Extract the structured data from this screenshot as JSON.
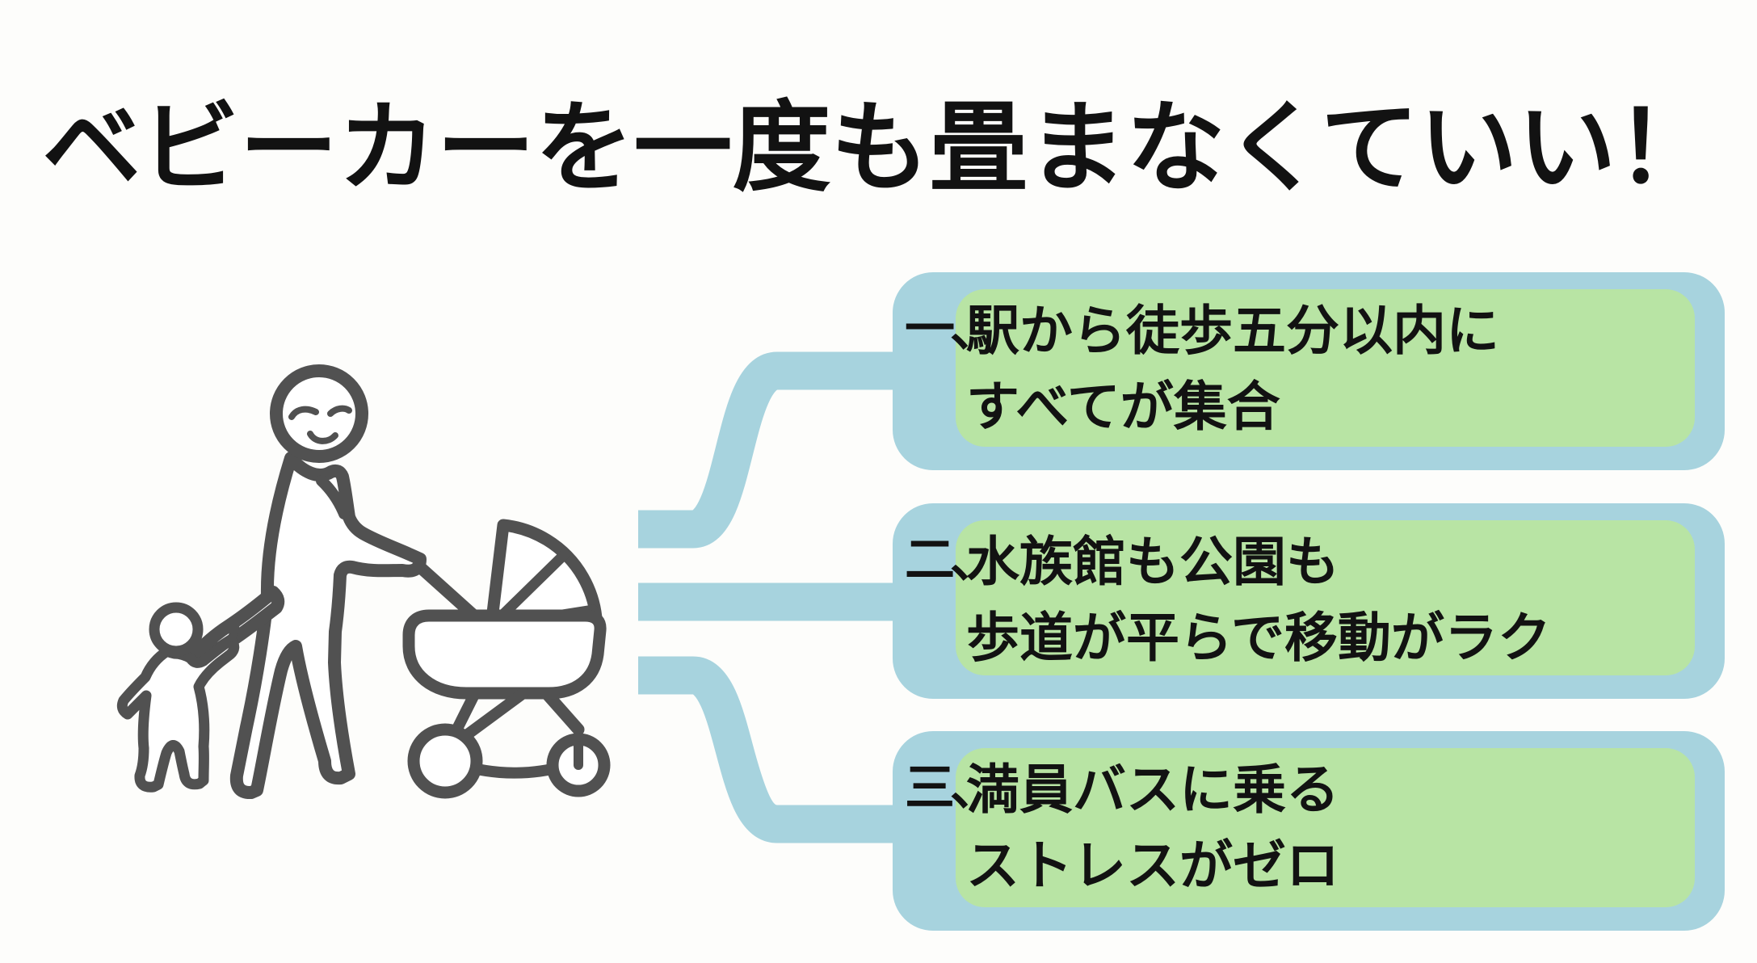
{
  "title": "ベビーカーを一度も畳まなくていい！",
  "colors": {
    "background": "#fdfdfb",
    "connector": "#a7d3de",
    "box_outer": "#a7d3de",
    "box_inner": "#b8e4a4",
    "text": "#121212",
    "figure_stroke": "#515151"
  },
  "illustration": {
    "icons": [
      "parent-figure",
      "child-figure",
      "stroller-icon"
    ]
  },
  "benefits": [
    {
      "num": "一、",
      "lines": [
        "駅から徒歩五分以内に",
        "すべてが集合"
      ]
    },
    {
      "num": "二、",
      "lines": [
        "水族館も公園も",
        "歩道が平らで移動がラク"
      ]
    },
    {
      "num": "三、",
      "lines": [
        "満員バスに乗る",
        "ストレスがゼロ"
      ]
    }
  ]
}
